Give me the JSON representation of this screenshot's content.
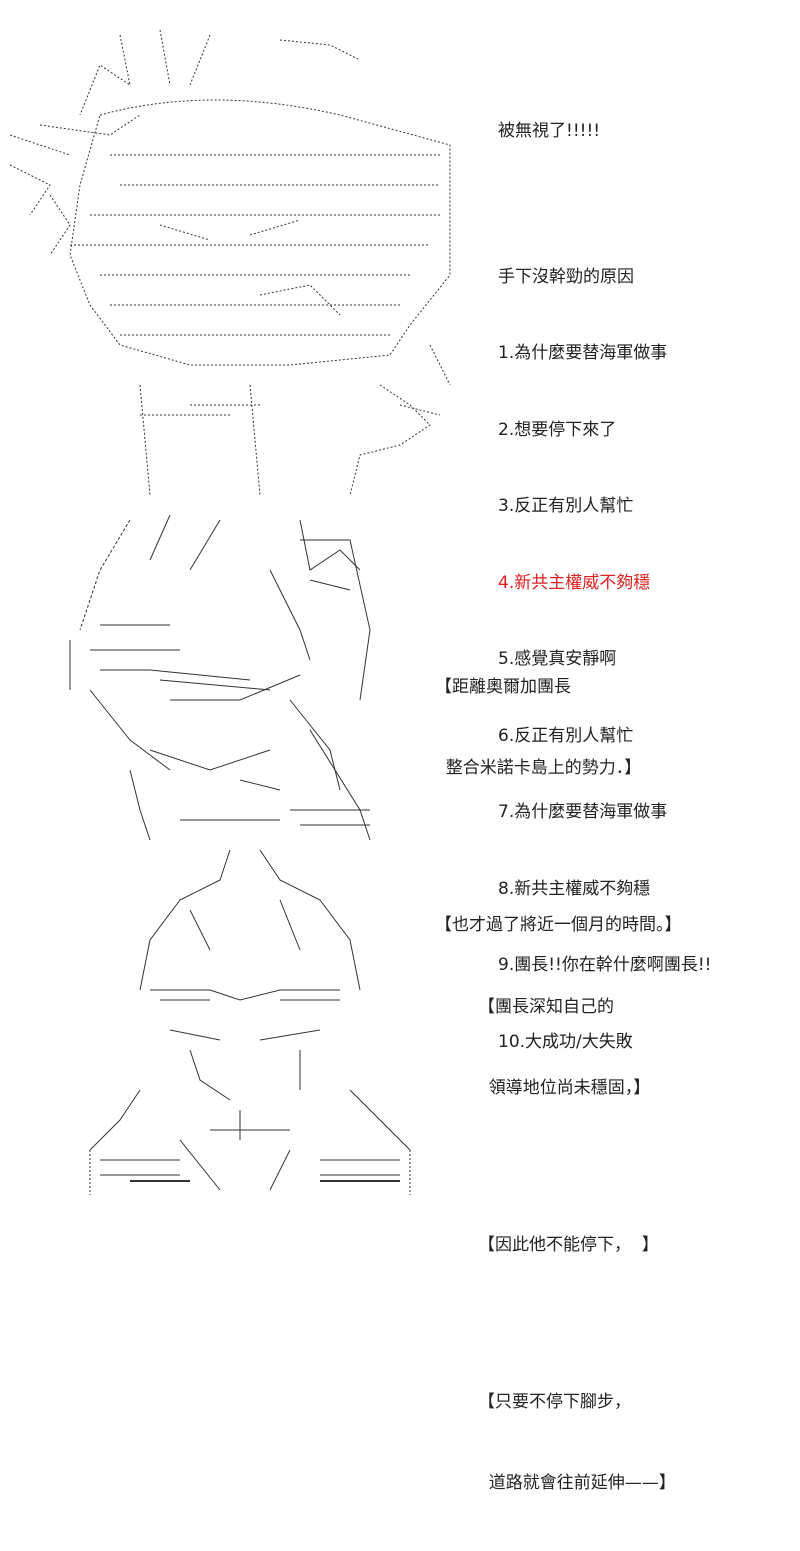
{
  "panel1": {
    "title": "被無視了!!!!!",
    "list_heading": "手下沒幹勁的原因",
    "items": [
      {
        "text": "1.為什麼要替海軍做事",
        "color": "#222222"
      },
      {
        "text": "2.想要停下來了",
        "color": "#222222"
      },
      {
        "text": "3.反正有別人幫忙",
        "color": "#222222"
      },
      {
        "text": "4.新共主權威不夠穩",
        "color": "#e02020"
      },
      {
        "text": "5.感覺真安靜啊",
        "color": "#222222"
      },
      {
        "text": "6.反正有別人幫忙",
        "color": "#222222"
      },
      {
        "text": "7.為什麼要替海軍做事",
        "color": "#222222"
      },
      {
        "text": "8.新共主權威不夠穩",
        "color": "#222222"
      },
      {
        "text": "9.團長!!你在幹什麼啊團長!!",
        "color": "#222222"
      },
      {
        "text": "10.大成功/大失敗",
        "color": "#222222"
      }
    ]
  },
  "panel2": {
    "caption_lines": [
      "【距離奧爾加團長",
      "  整合米諾卡島上的勢力．】",
      "",
      "【也才過了將近一個月的時間。】"
    ]
  },
  "panel3": {
    "caption_lines": [
      "【團長深知自己的",
      "  領導地位尚未穩固，】",
      "",
      "【因此他不能停下，  】",
      "",
      "【只要不停下腳步，",
      "  道路就會往前延伸——】"
    ]
  },
  "colors": {
    "text": "#222222",
    "highlight": "#e02020",
    "art_stroke": "#333333"
  }
}
